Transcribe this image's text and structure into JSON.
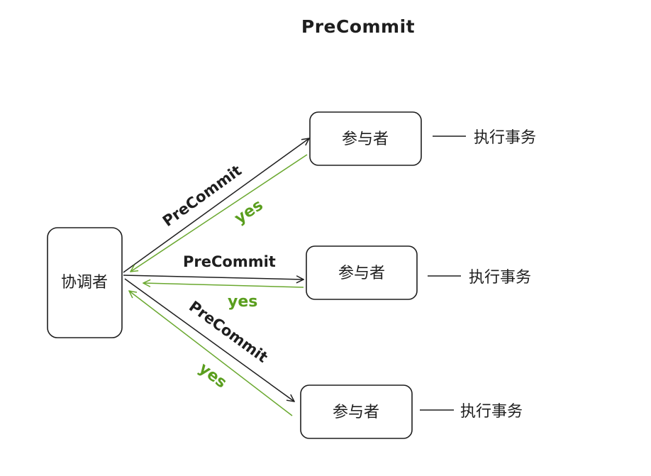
{
  "diagram": {
    "title": "PreCommit",
    "coordinator_label": "协调者",
    "participants": [
      {
        "label": "参与者",
        "action": "执行事务",
        "request": "PreCommit",
        "response": "yes"
      },
      {
        "label": "参与者",
        "action": "执行事务",
        "request": "PreCommit",
        "response": "yes"
      },
      {
        "label": "参与者",
        "action": "执行事务",
        "request": "PreCommit",
        "response": "yes"
      }
    ],
    "colors": {
      "stroke": "#1e1e1e",
      "response": "#6aa82f"
    }
  }
}
